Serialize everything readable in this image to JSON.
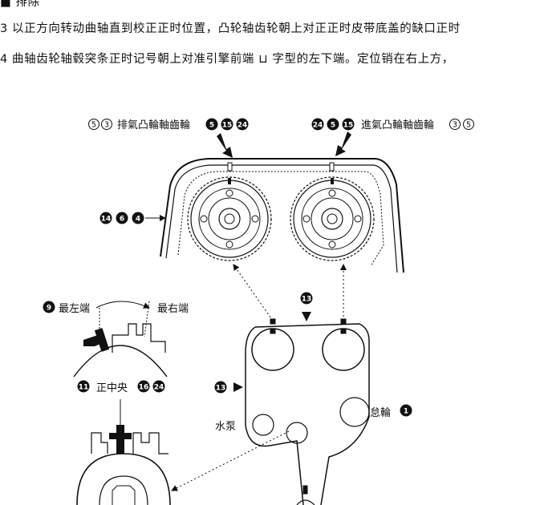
{
  "text_lines": {
    "line1": "■ 排除",
    "line2": "3  以正方向转动曲轴直到校正正时位置，凸轮轴齿轮朝上对正正时皮带底盖的缺口正时",
    "line3": "4  曲轴齿轮轴毂突条正时记号朝上对准引擎前端 ⊔ 字型的左下端。定位销在右上方，"
  },
  "diagram": {
    "exhaust_label": "排氣凸輪軸齒輪",
    "exhaust_pre_refs": [
      "5",
      "3"
    ],
    "exhaust_post_refs": [
      "5",
      "15",
      "24"
    ],
    "intake_label": "進氣凸輪軸齒輪",
    "intake_pre_refs": [
      "24",
      "5",
      "15"
    ],
    "intake_post_refs": [
      "3",
      "5"
    ],
    "cover_refs": [
      "14",
      "6",
      "4"
    ],
    "top_belt_ref": "13",
    "left_belt_ref": "13",
    "idler_label": "怠輪",
    "idler_ref": "1",
    "water_pump_label": "水泵",
    "leftmost_ref": "9",
    "leftmost_label": "最左端",
    "rightmost_label": "最右端",
    "center_pre_ref": "11",
    "center_label": "正中央",
    "center_post_refs": [
      "16",
      "24"
    ]
  }
}
